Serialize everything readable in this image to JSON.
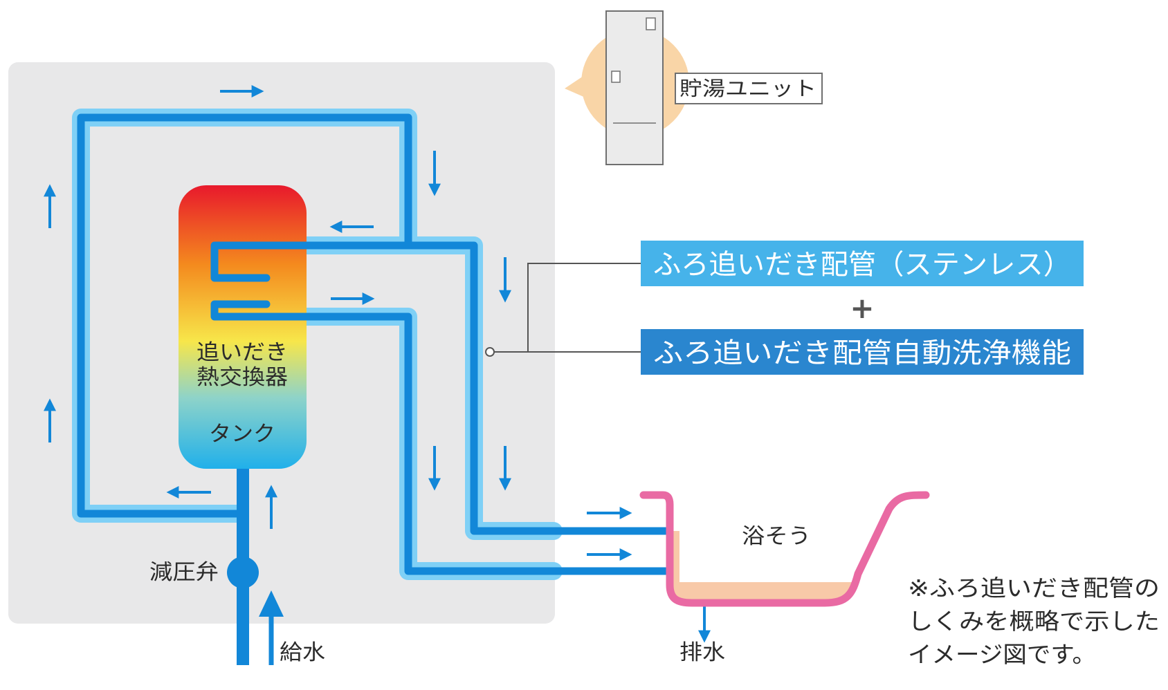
{
  "unit_label": "貯湯ユニット",
  "tank_label_line1": "追いだき",
  "tank_label_line2": "熱交換器",
  "tank_label_bottom": "タンク",
  "valve_label": "減圧弁",
  "water_supply_label": "給水",
  "drain_label": "排水",
  "bathtub_label": "浴そう",
  "banner_top": "ふろ追いだき配管（ステンレス）",
  "banner_plus": "+",
  "banner_bottom": "ふろ追いだき配管自動洗浄機能",
  "note_line1": "※ふろ追いだき配管の",
  "note_line2": "しくみを概略で示した",
  "note_line3": "イメージ図です。",
  "colors": {
    "pipe_dark": "#1287d8",
    "pipe_light": "#7fd0f6",
    "panel_bg": "#e8e8e9",
    "banner_top": "#46b3ea",
    "banner_bottom": "#2a86cf",
    "bathtub": "#e96aa3",
    "bath_water": "#f8c9a8",
    "unit_highlight": "#f9d5a7"
  },
  "tank_gradient": [
    "#e8192c",
    "#f48a1e",
    "#f7e64a",
    "#8ed3c9",
    "#20b0ea"
  ]
}
